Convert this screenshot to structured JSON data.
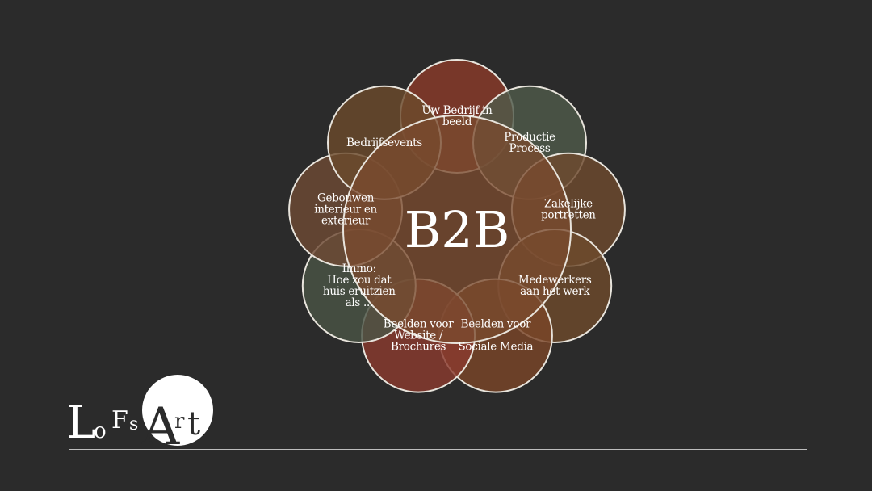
{
  "diagram": {
    "center": {
      "label": "B2B",
      "color": "#7a4a2e"
    },
    "nodes": [
      {
        "lines": [
          "Uw Bedrijf in",
          "beeld"
        ],
        "color": "#8a3a2a"
      },
      {
        "lines": [
          "Productie",
          "Process"
        ],
        "color": "#4f5a4a"
      },
      {
        "lines": [
          "Zakelijke",
          "portretten"
        ],
        "color": "#6e4a2e"
      },
      {
        "lines": [
          "Medewerkers",
          "aan het werk"
        ],
        "color": "#6e4a2c"
      },
      {
        "lines": [
          "Beelden voor",
          "",
          "Sociale Media"
        ],
        "color": "#7a4628"
      },
      {
        "lines": [
          "Beelden voor",
          "Website /",
          "Brochures"
        ],
        "color": "#8a3a2e"
      },
      {
        "lines": [
          "Immo:",
          "Hoe zou dat",
          "huis eruitzien",
          "als ..."
        ],
        "color": "#4b5446"
      },
      {
        "lines": [
          "Gebouwen",
          "interieur en",
          "exterieur"
        ],
        "color": "#6e4a34"
      },
      {
        "lines": [
          "Bedrijfsevents"
        ],
        "color": "#6b4a2c"
      }
    ]
  },
  "logo": {
    "name": "LoFsArt",
    "letters": [
      "L",
      "o",
      "F",
      "s",
      "A",
      "r",
      "t"
    ]
  }
}
